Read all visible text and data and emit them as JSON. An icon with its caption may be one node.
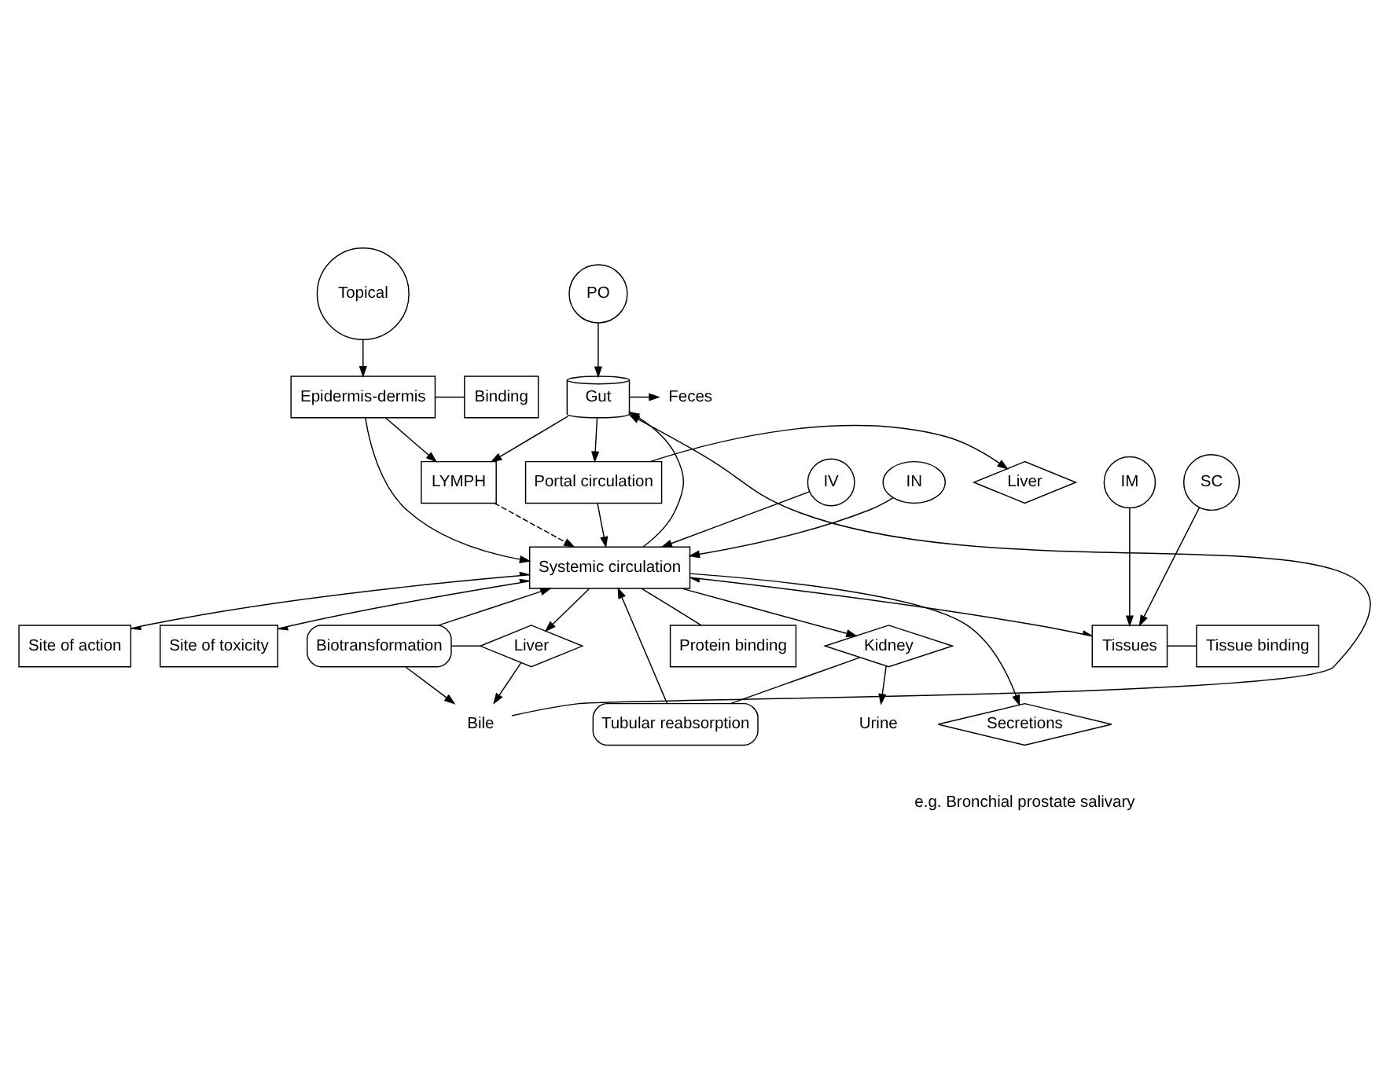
{
  "diagram": {
    "nodes": [
      {
        "text": [
          "PO"
        ]
      },
      {
        "text": [
          "LYMPH"
        ]
      },
      {
        "text": [
          "Topical"
        ]
      },
      {
        "text": [
          "Gut"
        ]
      },
      {
        "text": [
          "Feces"
        ]
      },
      {
        "text": [
          "IV"
        ]
      },
      {
        "text": [
          "IN"
        ]
      },
      {
        "text": [
          "Epidermis-dermis"
        ]
      },
      {
        "text": [
          "Binding"
        ]
      },
      {
        "text": [
          "Portal circulation"
        ]
      },
      {
        "text": [
          "Liver"
        ]
      },
      {
        "text": [
          "Protein binding"
        ]
      },
      {
        "text": [
          "Systemic circulation"
        ]
      },
      {
        "text": [
          "Site of action"
        ]
      },
      {
        "text": [
          "Site of toxicity"
        ]
      },
      {
        "text": [
          "IM"
        ]
      },
      {
        "text": [
          "SC"
        ]
      },
      {
        "text": [
          "Tissues"
        ]
      },
      {
        "text": [
          "Tissue binding"
        ]
      },
      {
        "text": [
          "Tubular reabsorption"
        ]
      },
      {
        "text": [
          "Secretions"
        ],
        "beside": [
          "e.g. Bronchial prostate salivary"
        ]
      },
      {
        "text": [
          "Biotransformation"
        ]
      },
      {
        "text": [
          "Liver"
        ]
      },
      {
        "text": [
          "Kidney"
        ]
      },
      {
        "text": [
          "Bile"
        ]
      },
      {
        "text": [
          "Urine"
        ]
      }
    ],
    "edges": [
      {
        "from": 0,
        "to": 3,
        "arrow": "to"
      },
      {
        "from": 3,
        "to": 1,
        "arrow": "to"
      },
      {
        "from": 3,
        "to": 4,
        "arrow": "to"
      },
      {
        "from": 3,
        "to": 9,
        "arrow": "to"
      },
      {
        "from": 2,
        "to": 7,
        "arrow": "to"
      },
      {
        "from": 7,
        "to": 1,
        "arrow": "to"
      },
      {
        "from": 7,
        "to": 8,
        "arrow": "none"
      },
      {
        "from": 7,
        "to": 12,
        "arrow": "to"
      },
      {
        "from": 1,
        "to": 12,
        "arrow": "to",
        "style": "dashed"
      },
      {
        "from": 9,
        "to": 10,
        "arrow": "to"
      },
      {
        "from": 9,
        "to": 12,
        "arrow": "to"
      },
      {
        "from": 6,
        "to": 12,
        "arrow": "to"
      },
      {
        "from": 5,
        "to": 12,
        "arrow": "to"
      },
      {
        "from": 12,
        "to": 3,
        "arrow": "to"
      },
      {
        "from": 11,
        "to": 12,
        "arrow": "none"
      },
      {
        "from": 13,
        "to": 12,
        "arrow": "both"
      },
      {
        "from": 14,
        "to": 12,
        "arrow": "both"
      },
      {
        "from": 12,
        "to": 17,
        "arrow": "both"
      },
      {
        "from": 15,
        "to": 17,
        "arrow": "to"
      },
      {
        "from": 16,
        "to": 17,
        "arrow": "to"
      },
      {
        "from": 17,
        "to": 18,
        "arrow": "none"
      },
      {
        "from": 12,
        "to": 22,
        "arrow": "to"
      },
      {
        "from": 12,
        "to": 23,
        "arrow": "to"
      },
      {
        "from": 12,
        "to": 20,
        "arrow": "to"
      },
      {
        "from": 19,
        "to": 12,
        "arrow": "to"
      },
      {
        "from": 23,
        "to": 19,
        "arrow": "none"
      },
      {
        "from": 21,
        "to": 12,
        "arrow": "to"
      },
      {
        "from": 21,
        "to": 22,
        "arrow": "none"
      },
      {
        "from": 21,
        "to": 24,
        "arrow": "to"
      },
      {
        "from": 22,
        "to": 24,
        "arrow": "to"
      },
      {
        "from": 23,
        "to": 25,
        "arrow": "to"
      },
      {
        "from": 24,
        "to": 3,
        "arrow": "to"
      }
    ]
  }
}
